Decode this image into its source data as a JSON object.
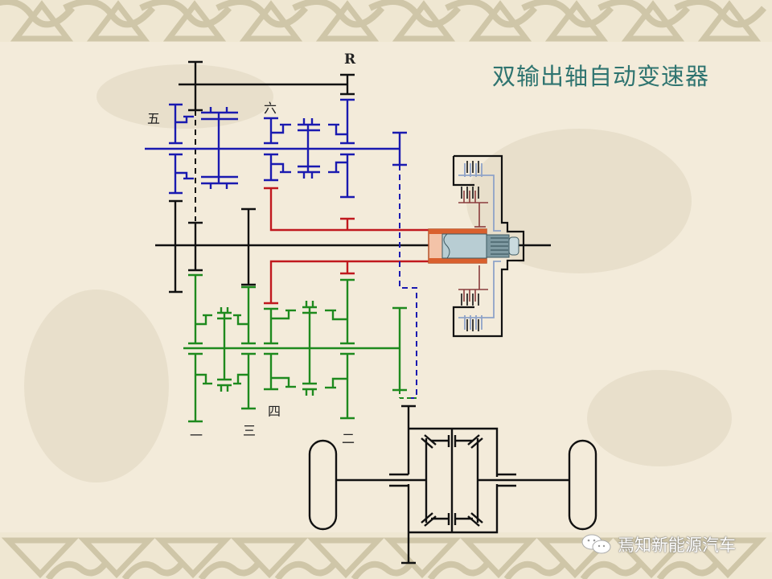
{
  "slide": {
    "title": "双输出轴自动变速器",
    "title_color": "#2f7470",
    "background_color": "#f3ebda",
    "border_color": "#cfc6a8"
  },
  "diagram": {
    "labels": {
      "reverse": "R",
      "gear_5": "五",
      "gear_6": "六",
      "gear_1": "一",
      "gear_2": "二",
      "gear_3": "三",
      "gear_4": "四"
    },
    "colors": {
      "upper_output_shaft": "#1a1ab0",
      "lower_output_shaft": "#1e8a1e",
      "clutch_input_shafts": "#c0181e",
      "input_shaft": "#111111",
      "dual_clutch_outer": "#8fa3c8",
      "dual_clutch_inner": "#8a3c3c",
      "hollow_shaft": "#e07a4a"
    },
    "components": [
      "dual-clutch",
      "input-shaft",
      "upper-output-shaft",
      "lower-output-shaft",
      "differential",
      "left-wheel",
      "right-wheel"
    ]
  },
  "watermark": {
    "icon": "wechat-icon",
    "text": "焉知新能源汽车"
  }
}
